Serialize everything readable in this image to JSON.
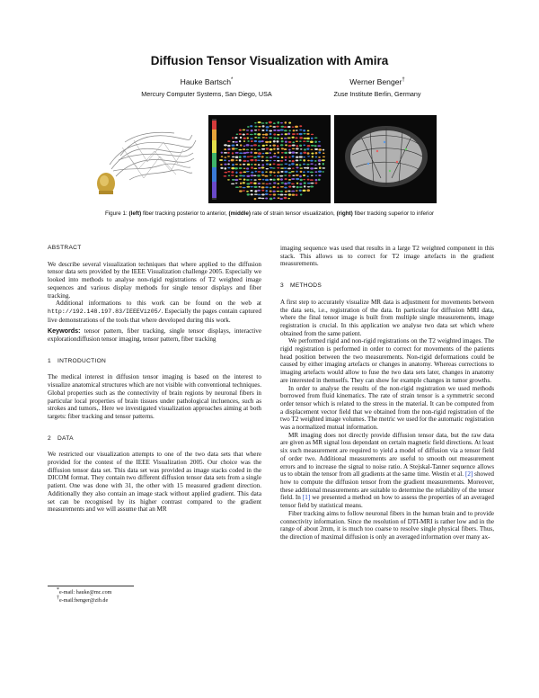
{
  "title": "Diffusion Tensor Visualization with Amira",
  "authors": [
    {
      "name": "Hauke Bartsch",
      "mark": "*",
      "affiliation": "Mercury Computer Systems, San Diego, USA"
    },
    {
      "name": "Werner Benger",
      "mark": "†",
      "affiliation": "Zuse Institute Berlin, Germany"
    }
  ],
  "figure": {
    "caption_prefix": "Figure 1:",
    "caption_left_tag": "(left)",
    "caption_left": "fiber tracking posterior to anterior,",
    "caption_middle_tag": "(middle)",
    "caption_middle": "rate of strain tensor visualization,",
    "caption_right_tag": "(right)",
    "caption_right": "fiber tracking superior to inferior"
  },
  "abstract": {
    "heading": "Abstract",
    "p1": "We describe several visualization techniques that where applied to the diffusion tensor data sets provided by the IEEE Visualization challenge 2005. Especially we looked into methods to analyse non-rigid registrations of T2 weighted image sequences and various display methods for single tensor displays and fiber tracking.",
    "p2a": "Additional informations to this work can be found on the web at",
    "url": "http://192.148.197.83/IEEEViz05/",
    "p2b": ". Especially the pages contain captured live demonstrations of the tools that where developed during this work.",
    "keywords_label": "Keywords:",
    "keywords": "tensor pattern, fiber tracking, single tensor displays, interactive explorationdiffusion tensor imaging, tensor pattern, fiber tracking"
  },
  "sections": {
    "intro_num": "1",
    "intro_title": "Introduction",
    "intro_text": "The medical interest in diffusion tensor imaging is based on the interest to visualize anatomical structures which are not visible with conventional techniques. Global properties such as the connectivity of brain regions by neuronal fibers in particular local properties of brain tissues under pathological incluences, such as strokes and tumors,. Here we investigated visualization approaches aiming at both targets: fiber tracking and tensor patterns.",
    "data_num": "2",
    "data_title": "Data",
    "data_text": "We restricted our visualization attempts to one of the two data sets that where provided for the contest of the IEEE Visualization 2005. Our choice was the diffusion tensor data set. This data set was provided as image stacks coded in the DICOM format. They contain two different diffusion tensor data sets from a single patient. One was done with 31, the other with 15 measured gradient direction. Additionally they also contain an image stack without applied gradient. This data set can be recognised by its higher contrast compared to the gradient measurements and we will assume that an MR",
    "right_cont": "imaging sequence was used that results in a large T2 weighted component in this stack. This allows us to correct for T2 image artefacts in the gradient measurements.",
    "methods_num": "3",
    "methods_title": "Methods",
    "m1": "A first step to accurately visualize MR data is adjustment for movements between the data sets, i.e., registration of the data. In particular for diffusion MRI data, where the final tensor image is built from multiple single measurements, image registration is crucial. In this application we analyse two data set which where obtained from the same patient.",
    "m2": "We performed rigid and non-rigid registrations on the T2 weighted images. The rigid registration is performed in order to correct for movements of the patients head position between the two measurements. Non-rigid deformations could be caused by either imaging artefacts or changes in anatomy. Whereas corrections to imaging artefacts would allow to fuse the two data sets later, changes in anatomy are interested in themselfs. They can show for example changes in tumor growths.",
    "m3": "In order to analyse the results of the non-rigid registration we used methods borrowed from fluid kinematics. The rate of strain tensor is a symmetric second order tensor which is related to the stress in the material. It can be computed from a displacement vector field that we obtained from the non-rigid registration of the two T2 weighted image volumes. The metric we used for the automatic registration was a normalized mutual information.",
    "m4a": "MR imaging does not directly provide diffusion tensor data, but the raw data are given as MR signal loss dependant on certain magnetic field directions. At least six such measurement are required to yield a model of diffusion via a tensor field of order two. Additional measurements are useful to smooth out measurement errors and to increase the signal to noise ratio. A Stejskal-Tanner sequence allows us to obtain the tensor from all gradients at the same time. Westin et al.",
    "ref2": "[2]",
    "m4b": "showed how to compute the diffusion tensor from the gradient measurements. Moreover, these additional measurements are suitable to determine the reliability of the tensor field. In",
    "ref1": "[1]",
    "m4c": "we presented a method on how to assess the properties of an averaged tensor field by statistical means.",
    "m5": "Fiber tracking aims to follow neuronal fibers in the human brain and to provide connectivity information. Since the resolution of DTI-MRI is rather low and in the range of about 2mm, it is much too coarse to resolve single physical fibers. Thus, the direction of maximal diffusion is only an averaged information over many ax-"
  },
  "footnotes": [
    {
      "mark": "*",
      "text": "e-mail: hauke@mc.com"
    },
    {
      "mark": "†",
      "text": "e-mail:benger@zib.de"
    }
  ]
}
